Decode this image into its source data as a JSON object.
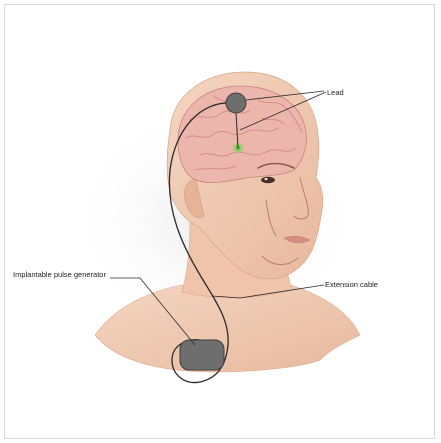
{
  "labels": {
    "lead": "Lead",
    "ipg": "Implantable pulse generator",
    "extension": "Extension cable"
  },
  "colors": {
    "skin": "#f1cdb7",
    "skin_shadow": "#e2ad93",
    "brain": "#ecb6ad",
    "brain_fold": "#d58d84",
    "device": "#6e6e6e",
    "cable": "#2b2b2b",
    "target": "#8fd16a"
  },
  "icons": {
    "lead_electrode": "circle-electrode-icon",
    "pulse_generator": "rounded-square-device-icon"
  }
}
